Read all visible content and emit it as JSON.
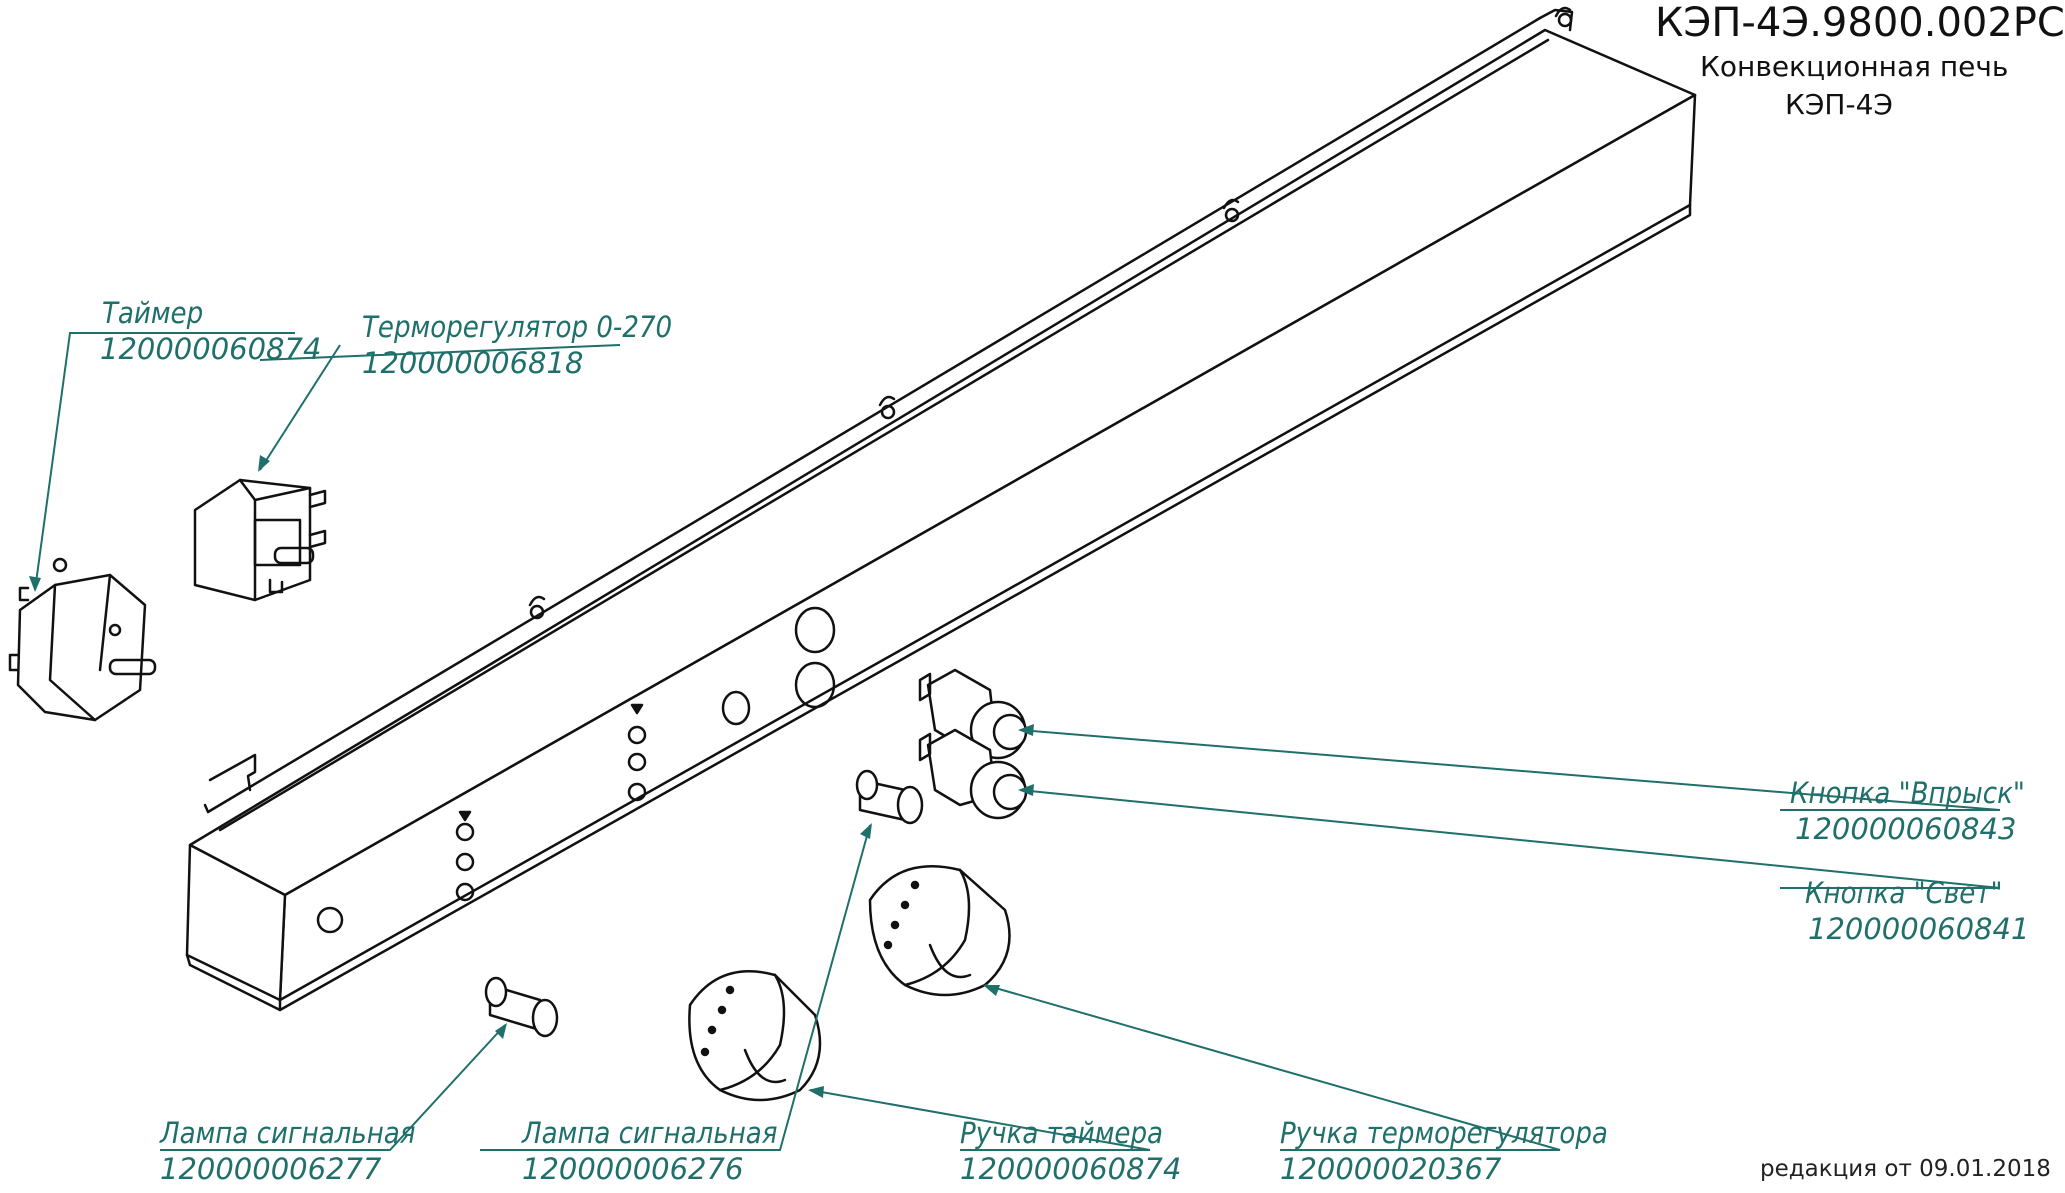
{
  "header": {
    "doc_code": "КЭП-4Э.9800.002РС",
    "subtitle": "Конвекционная печь",
    "model": "КЭП-4Э"
  },
  "footer": {
    "revision": "редакция от 09.01.2018"
  },
  "colors": {
    "leader": "#1f6f6a",
    "outline": "#111111"
  },
  "callouts": {
    "timer": {
      "name": "Таймер",
      "code": "120000060874"
    },
    "thermostat": {
      "name": "Терморегулятор 0-270",
      "code": "120000006818"
    },
    "button_injection": {
      "name": "Кнопка \"Впрыск\"",
      "code": "120000060843"
    },
    "button_light": {
      "name": "Кнопка \"Свет\"",
      "code": "120000060841"
    },
    "lamp_left": {
      "name": "Лампа сигнальная",
      "code": "120000006277"
    },
    "lamp_right": {
      "name": "Лампа сигнальная",
      "code": "120000006276"
    },
    "knob_timer": {
      "name": "Ручка таймера",
      "code": "120000060874"
    },
    "knob_thermostat": {
      "name": "Ручка терморегулятора",
      "code": "120000020367"
    }
  }
}
